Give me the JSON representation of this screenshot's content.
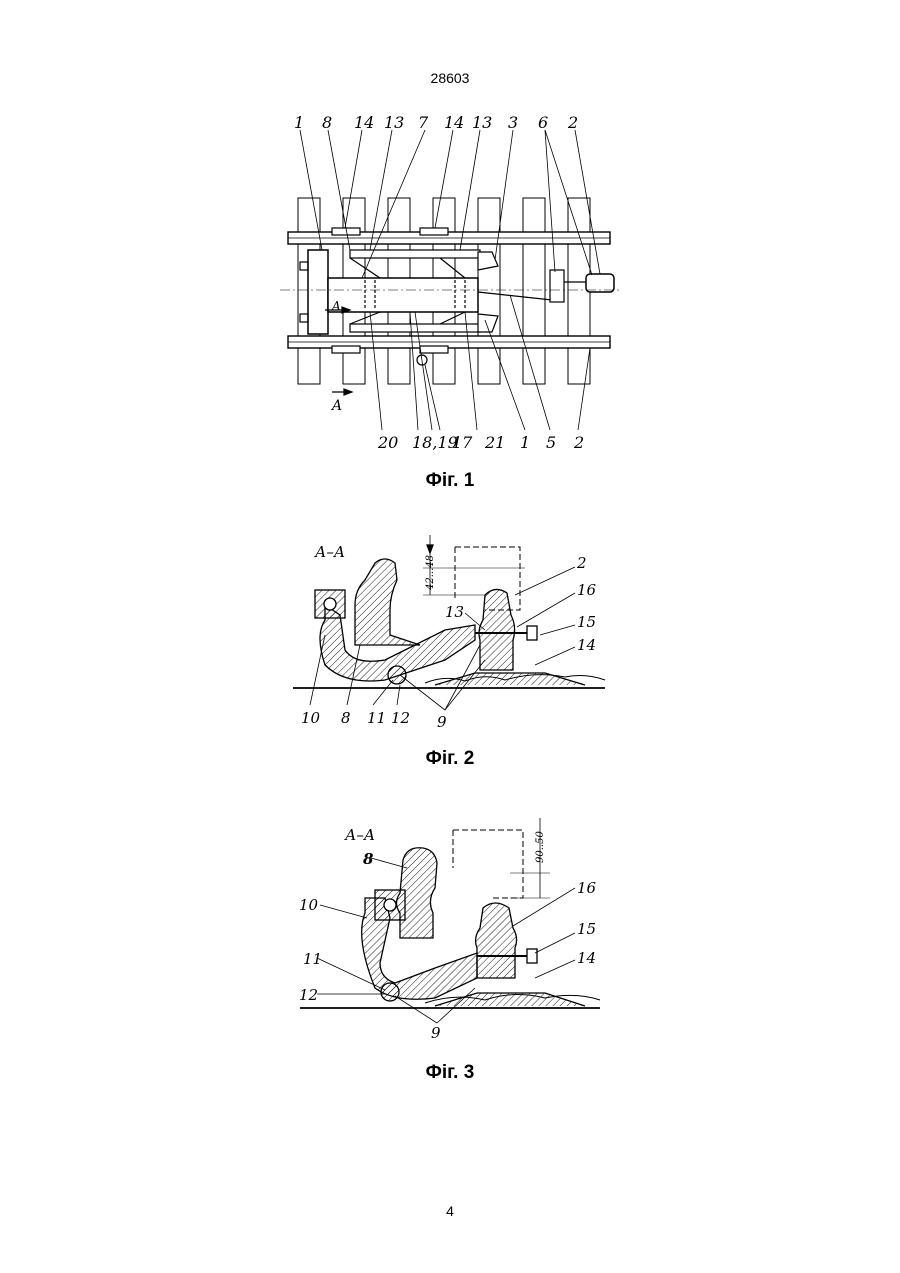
{
  "header": {
    "doc_number": "28603"
  },
  "footer": {
    "page_number": "4"
  },
  "figures": [
    {
      "caption": "Фіг. 1",
      "labels": [
        "1",
        "8",
        "14",
        "13",
        "7",
        "14",
        "13",
        "3",
        "6",
        "2",
        "A",
        "A",
        "20",
        "18,19",
        "17",
        "21",
        "1",
        "5",
        "2"
      ]
    },
    {
      "caption": "Фіг. 2",
      "section_label": "А–А",
      "dimension_label": "42...48",
      "labels": [
        "2",
        "16",
        "13",
        "15",
        "14",
        "10",
        "8",
        "11",
        "12",
        "9"
      ]
    },
    {
      "caption": "Фіг. 3",
      "section_label": "А–А",
      "dimension_label": "90..50",
      "labels": [
        "8",
        "10",
        "16",
        "15",
        "11",
        "14",
        "12",
        "9"
      ]
    }
  ]
}
